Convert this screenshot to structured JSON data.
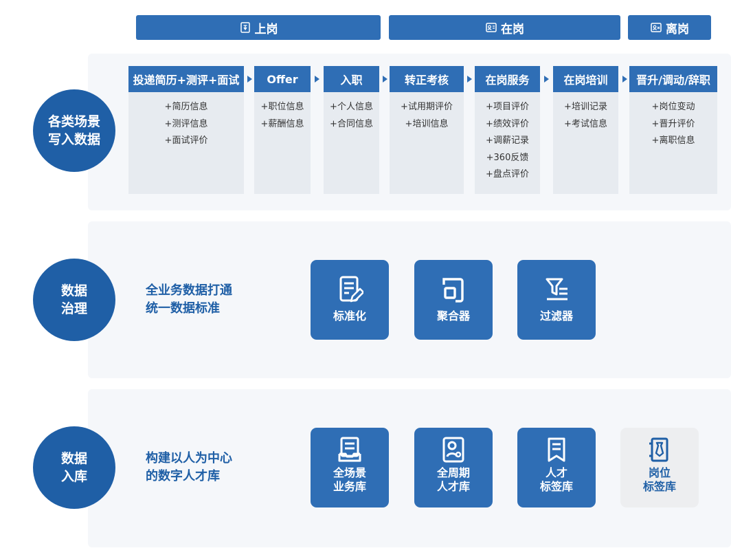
{
  "phases": [
    {
      "label": "上岗",
      "icon": "badge-icon"
    },
    {
      "label": "在岗",
      "icon": "id-card-icon"
    },
    {
      "label": "离岗",
      "icon": "exit-card-icon"
    }
  ],
  "section1": {
    "circle": [
      "各类场景",
      "写入数据"
    ],
    "stages": [
      {
        "title": "投递简历+测评+面试",
        "items": [
          "+简历信息",
          "+测评信息",
          "+面试评价"
        ]
      },
      {
        "title": "Offer",
        "items": [
          "+职位信息",
          "+薪酬信息"
        ]
      },
      {
        "title": "入职",
        "items": [
          "+个人信息",
          "+合同信息"
        ]
      },
      {
        "title": "转正考核",
        "items": [
          "+试用期评价",
          "+培训信息"
        ]
      },
      {
        "title": "在岗服务",
        "items": [
          "+项目评价",
          "+绩效评价",
          "+调薪记录",
          "+360反馈",
          "+盘点评价"
        ]
      },
      {
        "title": "在岗培训",
        "items": [
          "+培训记录",
          "+考试信息"
        ]
      },
      {
        "title": "晋升/调动/辞职",
        "items": [
          "+岗位变动",
          "+晋升评价",
          "+离职信息"
        ]
      }
    ]
  },
  "section2": {
    "circle": [
      "数据",
      "治理"
    ],
    "desc": [
      "全业务数据打通",
      "统一数据标准"
    ],
    "tiles": [
      {
        "label": "标准化",
        "icon": "edit-document-icon"
      },
      {
        "label": "聚合器",
        "icon": "aggregator-icon"
      },
      {
        "label": "过滤器",
        "icon": "filter-icon"
      }
    ]
  },
  "section3": {
    "circle": [
      "数据",
      "入库"
    ],
    "desc": [
      "构建以人为中心",
      "的数字人才库"
    ],
    "tiles": [
      {
        "lines": [
          "全场景",
          "业务库"
        ],
        "icon": "inbox-icon",
        "style": "blue"
      },
      {
        "lines": [
          "全周期",
          "人才库"
        ],
        "icon": "profile-icon",
        "style": "blue"
      },
      {
        "lines": [
          "人才",
          "标签库"
        ],
        "icon": "bookmark-icon",
        "style": "blue"
      },
      {
        "lines": [
          "岗位",
          "标签库"
        ],
        "icon": "tie-card-icon",
        "style": "gray"
      }
    ]
  }
}
